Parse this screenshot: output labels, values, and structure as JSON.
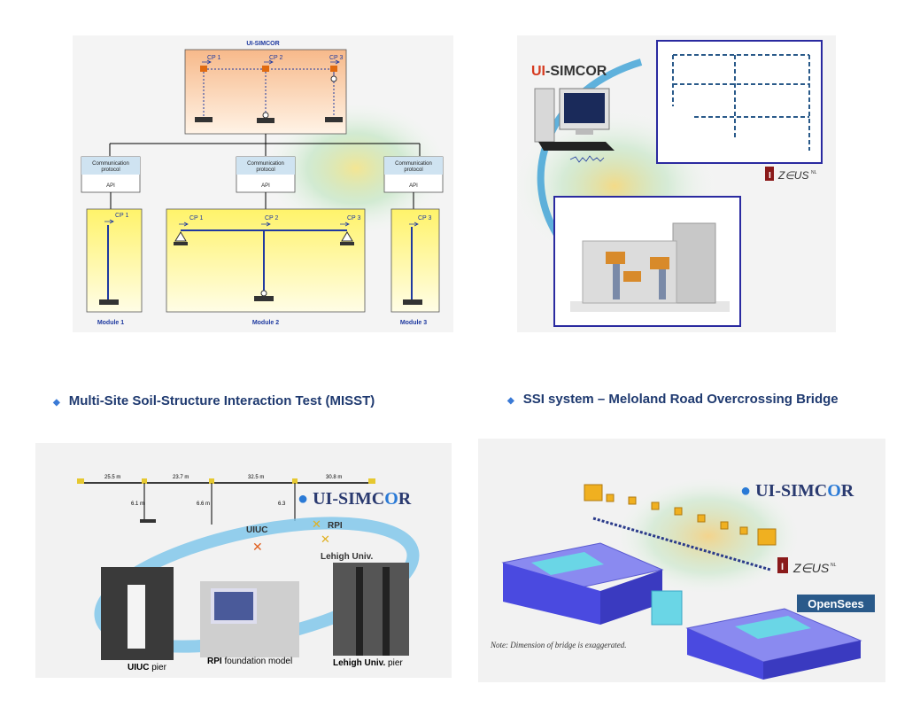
{
  "top_left": {
    "title": "UI-SIMCOR",
    "cp_labels": [
      "CP 1",
      "CP 2",
      "CP 3"
    ],
    "comm_label_1": "Communication",
    "comm_label_2": "protocol",
    "api_label": "API",
    "modules": [
      "Module 1",
      "Module 2",
      "Module 3"
    ],
    "module1_cp": "CP 1",
    "module2_cps": [
      "CP 1",
      "CP 2",
      "CP 3"
    ],
    "module3_cp": "CP 3",
    "colors": {
      "orange": "#f7c9a2",
      "yellow": "#fff58a",
      "comm": "#cfe3f1",
      "navy": "#1f3aa0"
    }
  },
  "top_right": {
    "logo_ui": "UI",
    "logo_simcor": "-SIMCOR",
    "zeus_text": "Z∈US",
    "zeus_sup": "NL",
    "colors": {
      "ui_red": "#d63a1f",
      "frame_border": "#2a2aa0",
      "teal": "#3aa0d6"
    }
  },
  "bullets": {
    "left": "Multi-Site Soil-Structure Interaction Test (MISST)",
    "right": "SSI system – Meloland Road Overcrossing Bridge"
  },
  "bottom_left": {
    "spans": [
      "25.5 m",
      "23.7 m",
      "32.5 m",
      "30.8 m"
    ],
    "heights": [
      "6.1 m",
      "6.6 m",
      "6.3"
    ],
    "logo": "UI-SIMC",
    "logo_tail": "R",
    "sites": [
      "UIUC",
      "RPI",
      "Lehigh Univ."
    ],
    "caption_uiuc_bold": "UIUC",
    "caption_uiuc_rest": " pier",
    "caption_rpi_bold": "RPI",
    "caption_rpi_rest": " foundation model",
    "caption_lehigh_bold": "Lehigh Univ.",
    "caption_lehigh_rest": " pier"
  },
  "bottom_right": {
    "logo": "UI-SIMC",
    "logo_tail": "R",
    "zeus_text": "Z∈US",
    "zeus_sup": "NL",
    "opensees": "OpenSees",
    "note": "Note: Dimension of bridge is exaggerated."
  }
}
